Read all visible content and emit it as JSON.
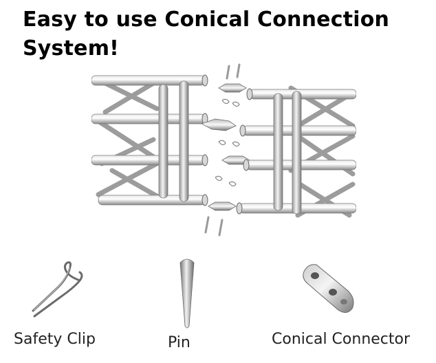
{
  "headline": {
    "line1": "Easy to use Conical Connection",
    "line2": "System!"
  },
  "illustration": {
    "icon": "truss-exploded-icon"
  },
  "parts": [
    {
      "label": "Safety Clip",
      "icon": "safety-clip-icon"
    },
    {
      "label": "Pin",
      "icon": "pin-icon"
    },
    {
      "label": "Conical Connector",
      "icon": "conical-connector-icon"
    }
  ]
}
